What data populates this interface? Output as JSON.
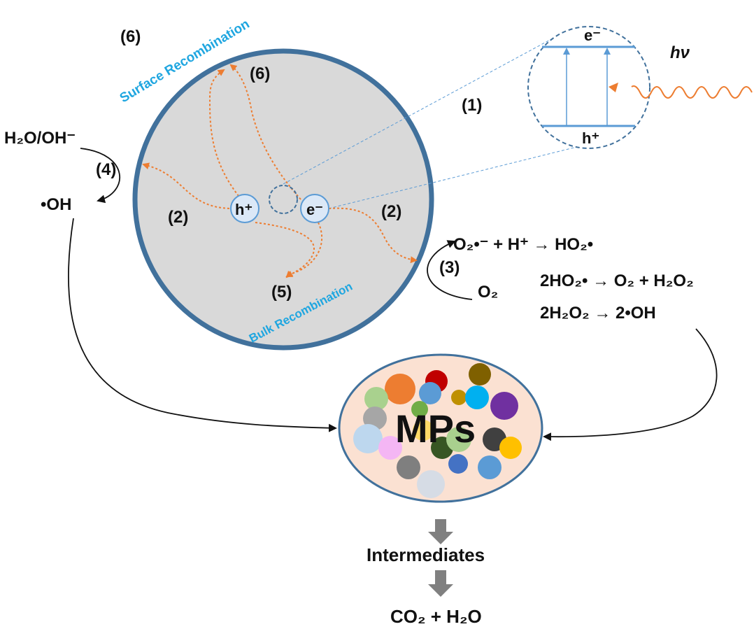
{
  "colors": {
    "particle_fill": "#d9d9d9",
    "particle_stroke": "#41719c",
    "path_orange": "#ed7d31",
    "label_blue": "#1fa6e0",
    "carrier_fill": "#dbe8f7",
    "carrier_stroke": "#5b9bd5",
    "mps_fill": "#fbe1d2",
    "band_line": "#5b9bd5",
    "down_arrow": "#808080"
  },
  "labels": {
    "step6_top": "(6)",
    "step6_inner": "(6)",
    "step1": "(1)",
    "step4": "(4)",
    "step2_left": "(2)",
    "step2_right": "(2)",
    "step3": "(3)",
    "step5": "(5)",
    "surface_recombination": "Surface Recombination",
    "bulk_recombination": "Bulk Recombination",
    "hv": "hν",
    "h2o_oh": "H₂O/OH⁻",
    "oh_radical": "•OH",
    "o2": "O₂",
    "eq1": "O₂•⁻ + H⁺ → HO₂•",
    "eq2": "2HO₂• → O₂ + H₂O₂",
    "eq3": "2H₂O₂ → 2•OH",
    "hole": "h⁺",
    "electron": "e⁻",
    "band_e": "e⁻",
    "band_h": "h⁺",
    "mps": "MPs",
    "intermediates": "Intermediates",
    "products": "CO₂ + H₂O"
  },
  "mp_colors": [
    "#ed7d31",
    "#c00000",
    "#7f6000",
    "#a9d18e",
    "#5b9bd5",
    "#bf9000",
    "#00b0f0",
    "#7030a0",
    "#70ad47",
    "#a6a6a6",
    "#bdd7ee",
    "#ffd966",
    "#f4b6f4",
    "#375623",
    "#a9d08e",
    "#404040",
    "#ffc000",
    "#7f7f7f",
    "#4472c4",
    "#5b9bd5",
    "#d6dce5"
  ]
}
